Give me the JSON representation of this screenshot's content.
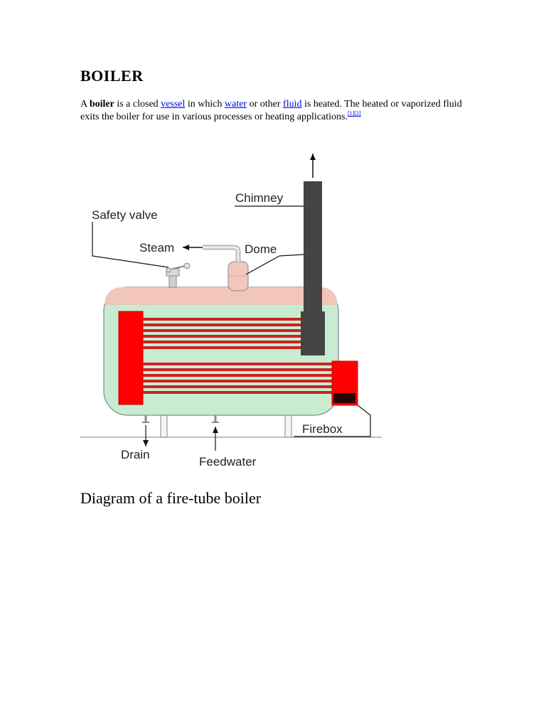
{
  "article": {
    "heading": "BOILER",
    "intro": {
      "text_1": "A ",
      "bold_term": "boiler",
      "text_2": " is a closed ",
      "link_vessel": "vessel",
      "text_3": " in which ",
      "link_water": "water",
      "text_4": " or other ",
      "link_fluid": "fluid",
      "text_5": " is heated. The heated or vaporized fluid exits the boiler for use in various processes or heating applications.",
      "citation_1": "[1]",
      "citation_2": "[2]"
    },
    "caption": "Diagram of a fire-tube boiler"
  },
  "diagram": {
    "labels": {
      "chimney": "Chimney",
      "safety_valve": "Safety valve",
      "steam": "Steam",
      "dome": "Dome",
      "firebox": "Firebox",
      "drain": "Drain",
      "feedwater": "Feedwater"
    },
    "colors": {
      "water": "#c8ecd2",
      "steam_space": "#f2c6bb",
      "hot_chamber": "#ff0000",
      "fire_tube": "#cc2222",
      "chimney": "#444444",
      "outline": "#999999"
    }
  }
}
